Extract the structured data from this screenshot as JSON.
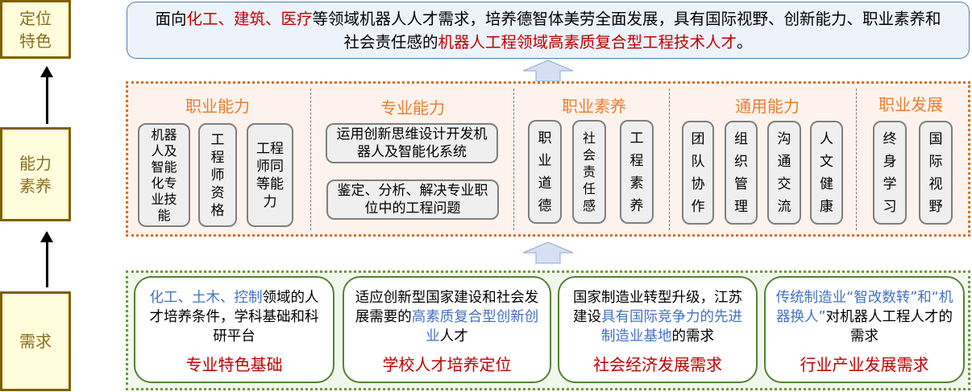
{
  "levels": {
    "positioning": "定位特色",
    "ability": "能力素养",
    "demand": "需求"
  },
  "goal": [
    {
      "text": "面向"
    },
    {
      "text": "化工、建筑、医疗",
      "hl": "red"
    },
    {
      "text": "等领域机器人人才需求，培养德智体美劳全面发展，具有国际视野、创新能力、职业素养和社会责任感的"
    },
    {
      "text": "机器人工程领域高素质复合型工程技术人才",
      "hl": "red"
    },
    {
      "text": "。"
    }
  ],
  "abilities": {
    "vocational": {
      "title": "职业能力",
      "items": [
        "机器人及智能化专业技能",
        "工程师资格",
        "工程师同等能力"
      ]
    },
    "professional": {
      "title": "专业能力",
      "items": [
        "运用创新思维设计开发机器人及智能化系统",
        "鉴定、分析、解决专业职位中的工程问题"
      ]
    },
    "literacy": {
      "title": "职业素养",
      "items": [
        "职业道德",
        "社会责任感",
        "工程素养"
      ]
    },
    "general": {
      "title": "通用能力",
      "items": [
        "团队协作",
        "组织管理",
        "沟通交流",
        "人文健康"
      ]
    },
    "development": {
      "title": "职业发展",
      "items": [
        "终身学习",
        "国际视野"
      ]
    }
  },
  "demands": [
    {
      "title": "专业特色基础",
      "text": [
        {
          "text": "化工、土木、控制",
          "hl": "blue"
        },
        {
          "text": "领域的人才培养条件，学科基础和科研平台"
        }
      ]
    },
    {
      "title": "学校人才培养定位",
      "text": [
        {
          "text": "适应创新型国家建设和社会发展需要的"
        },
        {
          "text": "高素质复合型创新创业",
          "hl": "blue"
        },
        {
          "text": "人才"
        }
      ]
    },
    {
      "title": "社会经济发展需求",
      "text": [
        {
          "text": "国家制造业转型升级，江苏建设"
        },
        {
          "text": "具有国际竞争力的先进制造业基地",
          "hl": "blue"
        },
        {
          "text": "的需求"
        }
      ]
    },
    {
      "title": "行业产业发展需求",
      "text": [
        {
          "text": "传统制造业“智改数转”和“机器换人”",
          "hl": "blue"
        },
        {
          "text": "对机器人工程人才的需求"
        }
      ]
    }
  ],
  "colors": {
    "red": "#c00000",
    "blue": "#4472c4",
    "orange": "#ed7d31",
    "green": "#548235"
  }
}
